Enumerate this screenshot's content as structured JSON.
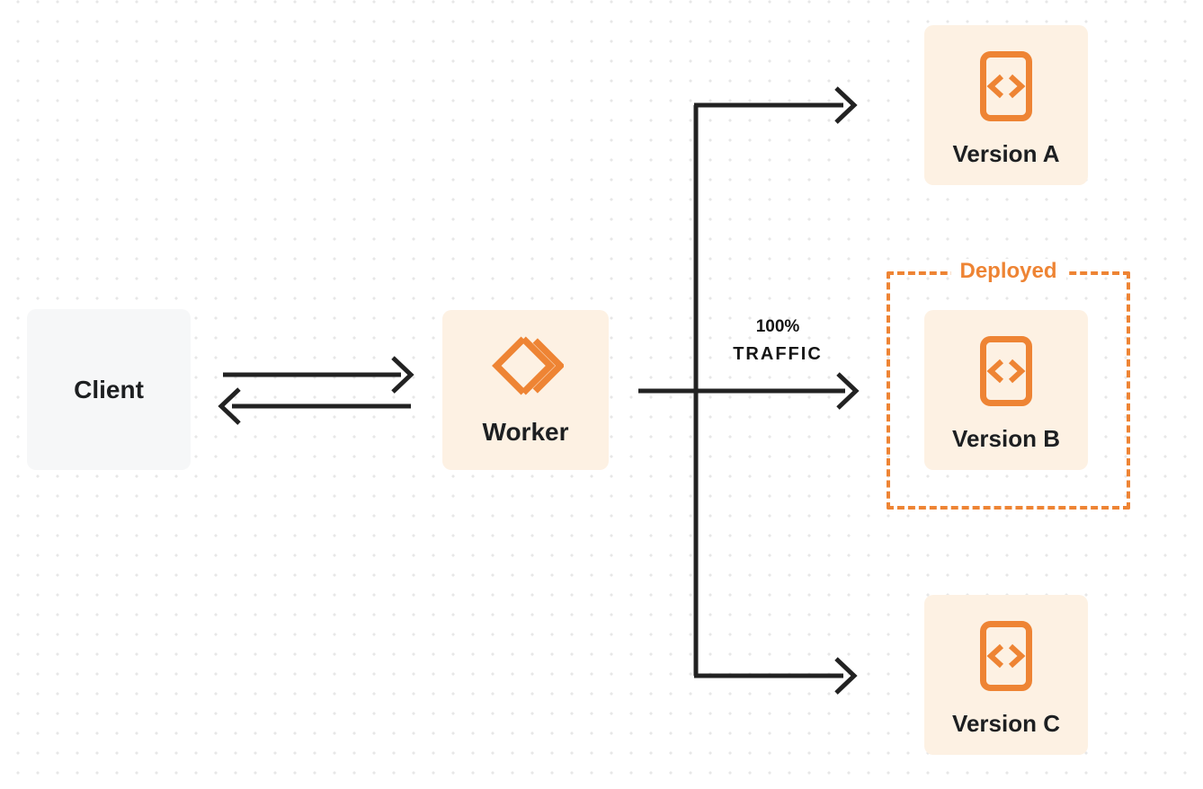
{
  "nodes": {
    "client": {
      "label": "Client"
    },
    "worker": {
      "label": "Worker"
    },
    "version_a": {
      "label": "Version A"
    },
    "version_b": {
      "label": "Version B"
    },
    "version_c": {
      "label": "Version C"
    }
  },
  "groups": {
    "deployed": {
      "label": "Deployed"
    }
  },
  "edges": {
    "traffic": {
      "line1": "100%",
      "line2": "TRAFFIC"
    }
  },
  "icons": {
    "worker_icon": "cloudflare-workers-logo-icon",
    "version_icon": "code-file-icon"
  },
  "colors": {
    "accent_orange": "#ee8434",
    "node_fill_peach": "#fdf1e3",
    "node_fill_gray": "#f6f7f8",
    "line_color": "#222222",
    "text_color": "#1d1f21",
    "dot_grid_color": "#e7e7e7"
  }
}
